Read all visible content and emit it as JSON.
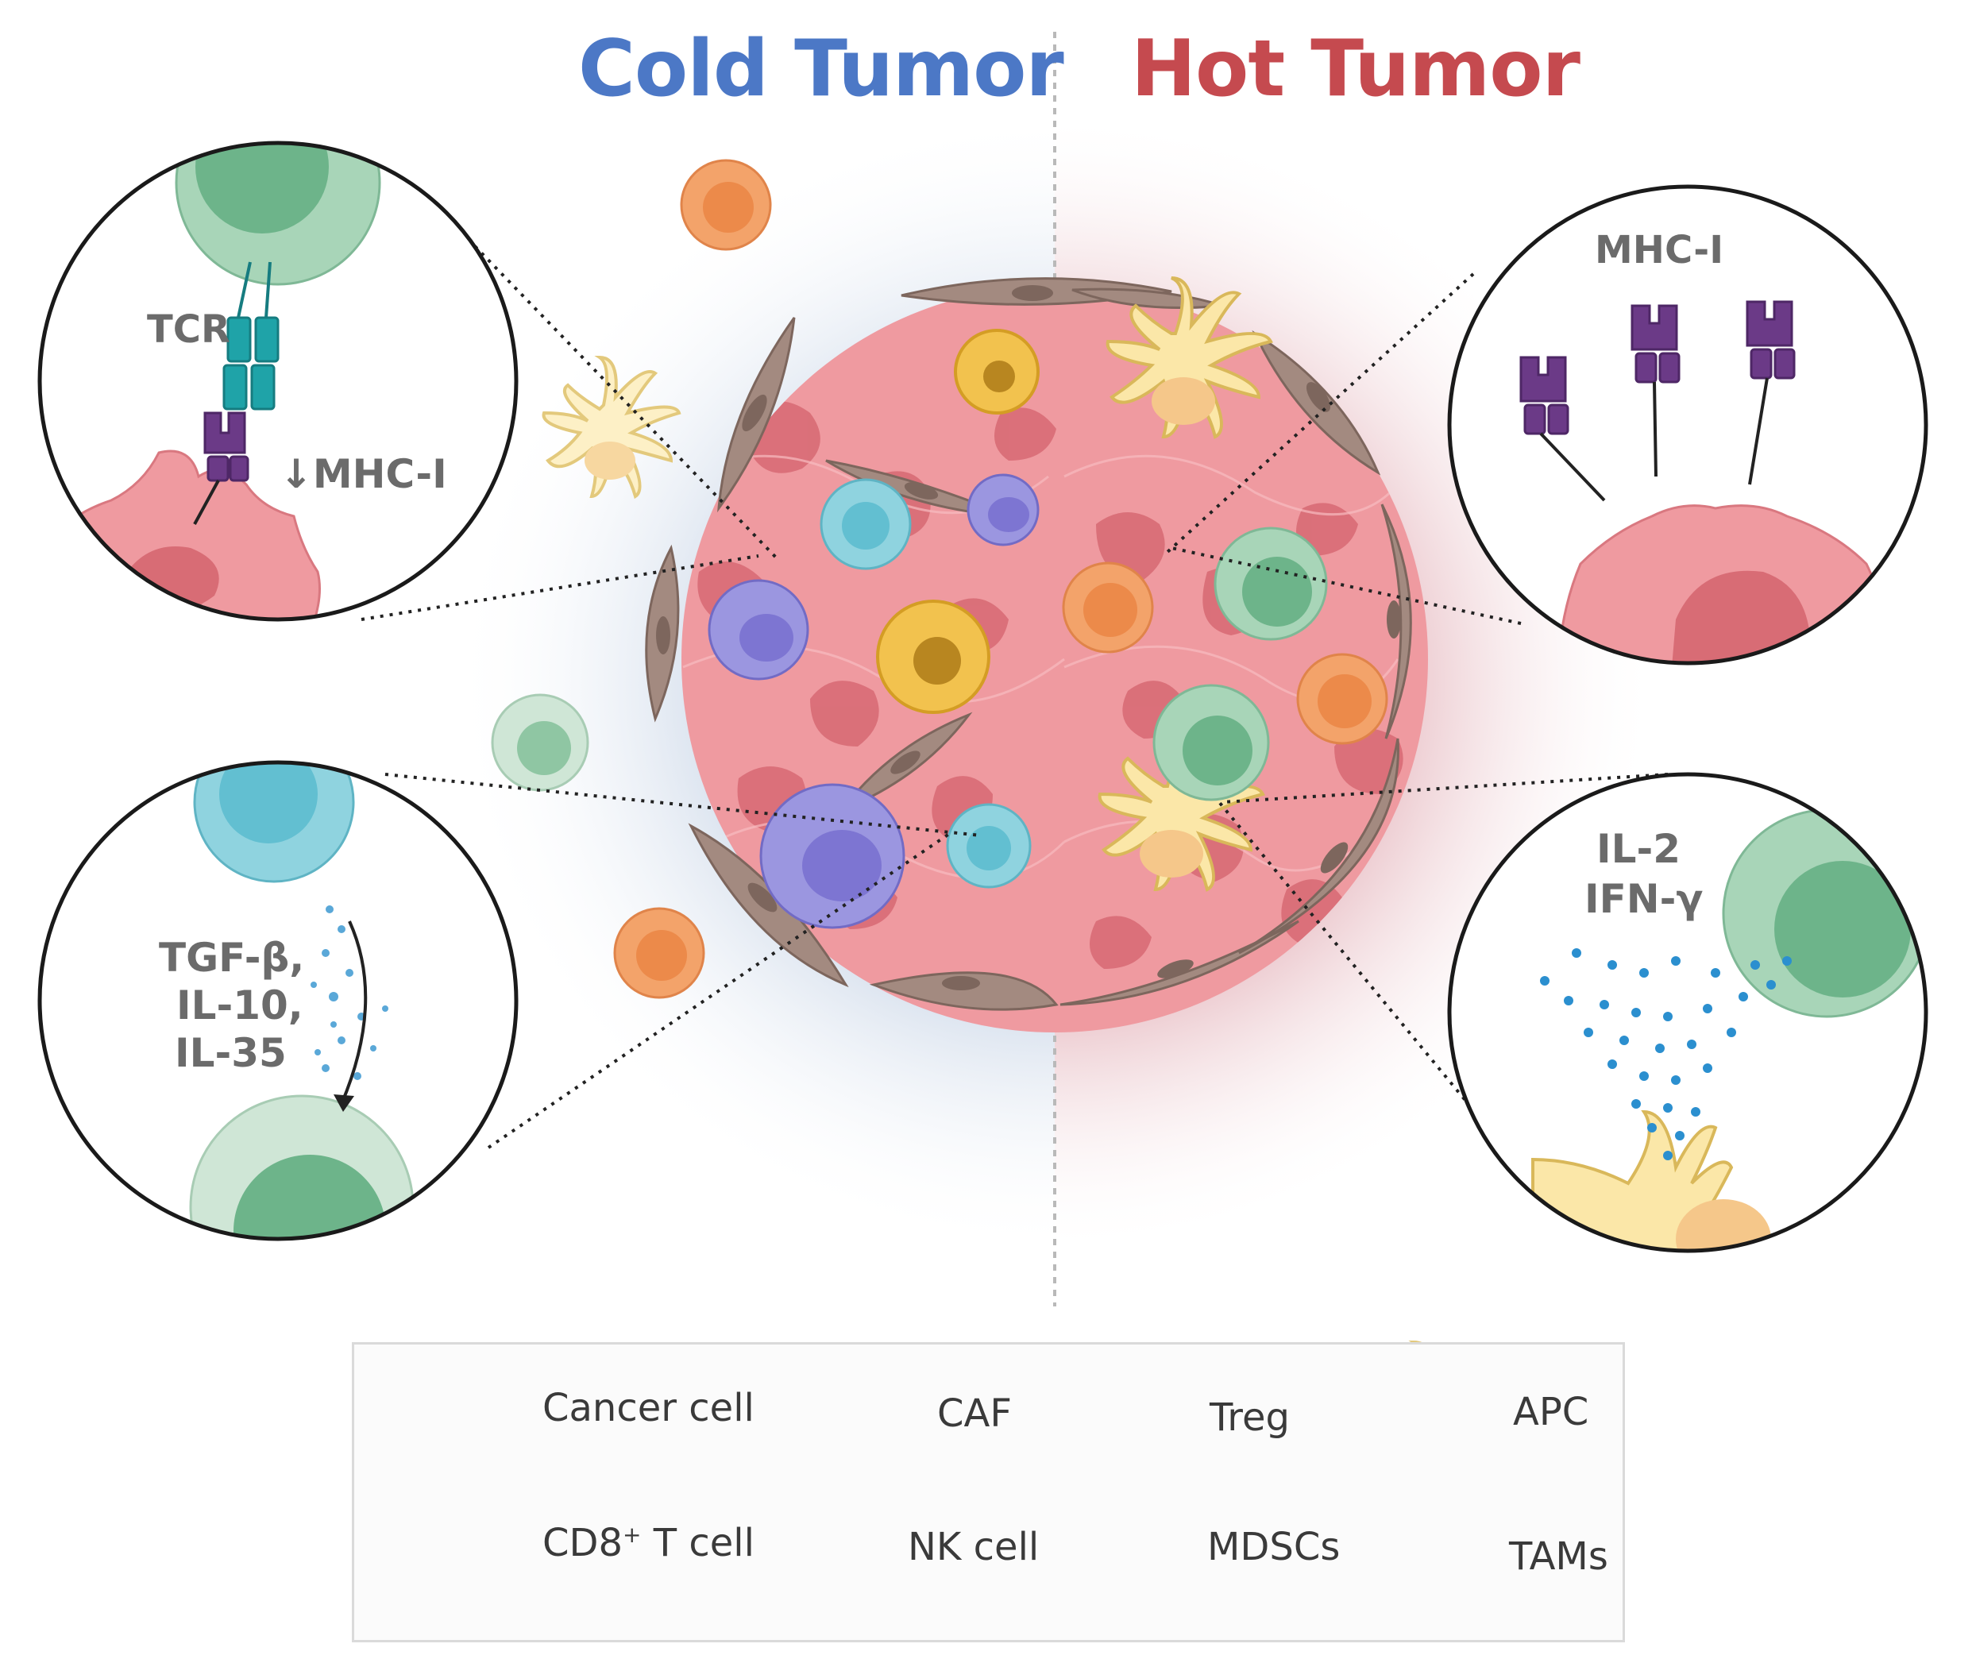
{
  "titles": {
    "cold": "Cold Tumor",
    "hot": "Hot Tumor"
  },
  "zoom_labels": {
    "tcr": "TCR",
    "mhc_down": "↓MHC-I",
    "tgf_line1": "TGF-β,",
    "tgf_line2": "IL-10,",
    "tgf_line3": "IL-35",
    "mhc_hot": "MHC-I",
    "il2": "IL-2",
    "ifn": "IFN-γ"
  },
  "legend": {
    "cancer_cell": "Cancer cell",
    "caf": "CAF",
    "treg": "Treg",
    "apc": "APC",
    "cd8_prefix": "CD8",
    "cd8_sup": "+",
    "cd8_suffix": " T cell",
    "nk": "NK cell",
    "mdsc": "MDSCs",
    "tam": "TAMs"
  },
  "colors": {
    "cold_title": "#4c78c6",
    "hot_title": "#c54a4f",
    "cancer": "#ec8a8f",
    "cancer_dark": "#c95a62",
    "caf": "#a38a80",
    "treg": "#8fd3df",
    "cd8": "#a8d5b8",
    "nk": "#f3a36a",
    "mdsc": "#9b96e0",
    "tam": "#f2c24e",
    "apc": "#fbe7a8",
    "tcr": "#1fa3a8",
    "mhc": "#6b3a87"
  }
}
